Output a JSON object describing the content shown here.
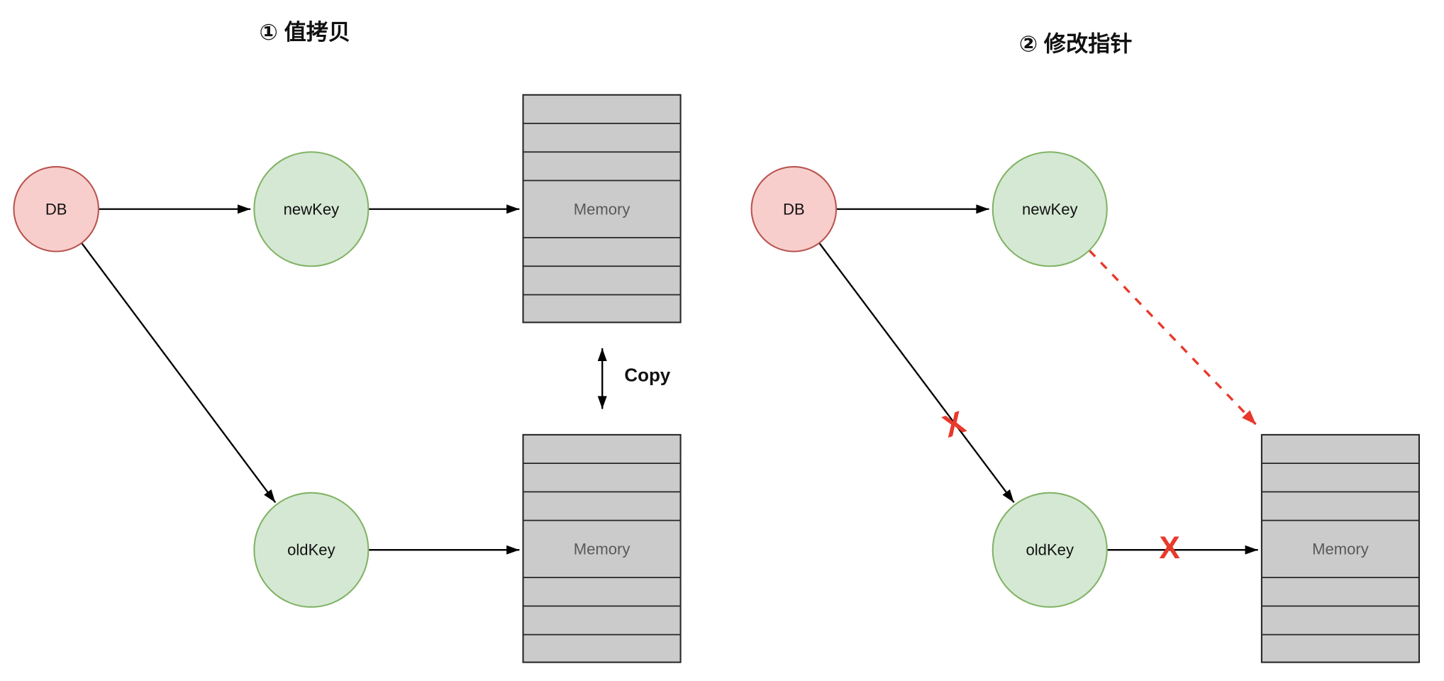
{
  "diagram": {
    "left": {
      "title": "① 值拷贝",
      "db": "DB",
      "new_key": "newKey",
      "old_key": "oldKey",
      "memory_top": "Memory",
      "memory_bottom": "Memory",
      "copy": "Copy"
    },
    "right": {
      "title": "② 修改指针",
      "db": "DB",
      "new_key": "newKey",
      "old_key": "oldKey",
      "memory": "Memory",
      "x_diagonal": "X",
      "x_horizontal": "X"
    },
    "colors": {
      "db_fill": "#f8cecc",
      "db_stroke": "#b85450",
      "key_fill": "#d5e8d4",
      "key_stroke": "#82b366",
      "memory_fill": "#cbcbcb",
      "memory_stroke": "#262626",
      "memory_text": "#595959",
      "arrow": "#000000",
      "error_red": "#e8392b",
      "background": "#ffffff"
    }
  }
}
